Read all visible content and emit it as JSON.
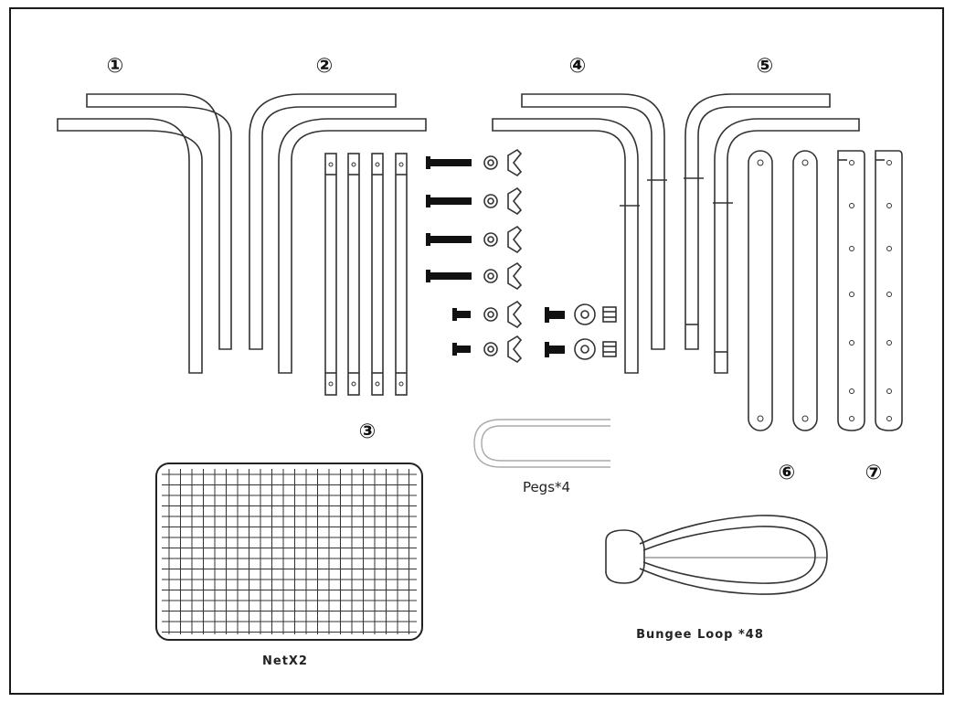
{
  "labels": {
    "p1": "①",
    "p2": "②",
    "p3": "③",
    "p4": "④",
    "p5": "⑤",
    "p6": "⑥",
    "p7": "⑦"
  },
  "captions": {
    "pegs": "Pegs*4",
    "net": "NetX2",
    "bungee": "Bungee Loop *48"
  }
}
